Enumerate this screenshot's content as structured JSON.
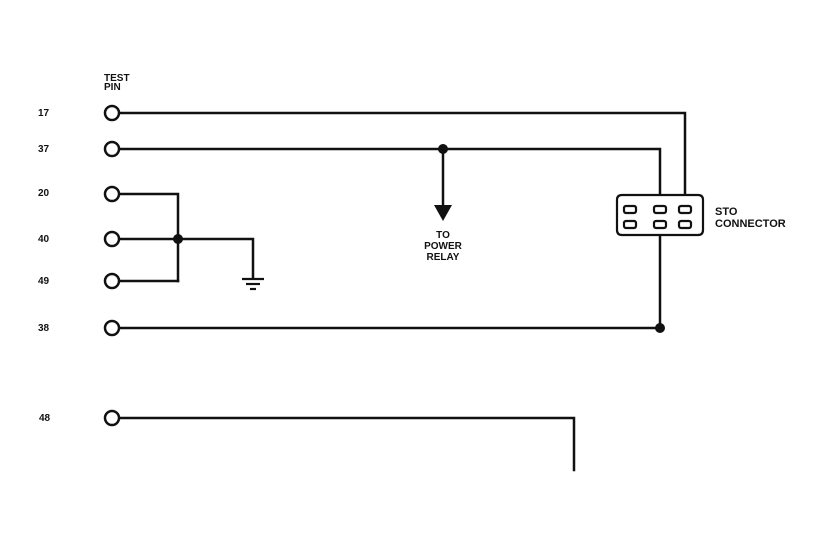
{
  "header": {
    "line1": "TEST",
    "line2": "PIN"
  },
  "pins": [
    {
      "id": "17",
      "label": "17"
    },
    {
      "id": "37",
      "label": "37"
    },
    {
      "id": "20",
      "label": "20"
    },
    {
      "id": "40",
      "label": "40"
    },
    {
      "id": "49",
      "label": "49"
    },
    {
      "id": "38",
      "label": "38"
    },
    {
      "id": "48",
      "label": "48"
    }
  ],
  "power_relay": {
    "line1": "TO",
    "line2": "POWER",
    "line3": "RELAY"
  },
  "connector": {
    "line1": "STO",
    "line2": "CONNECTOR"
  },
  "colors": {
    "ink": "#111111",
    "background": "#ffffff"
  }
}
